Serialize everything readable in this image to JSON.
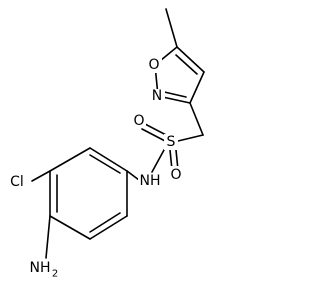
{
  "molecule": {
    "atoms": {
      "O": "O",
      "N_ring": "N",
      "S": "S",
      "O_top": "O",
      "O_bottom": "O",
      "NH": "NH",
      "Cl": "Cl",
      "NH2": "NH",
      "NH2_sub": "2"
    }
  }
}
